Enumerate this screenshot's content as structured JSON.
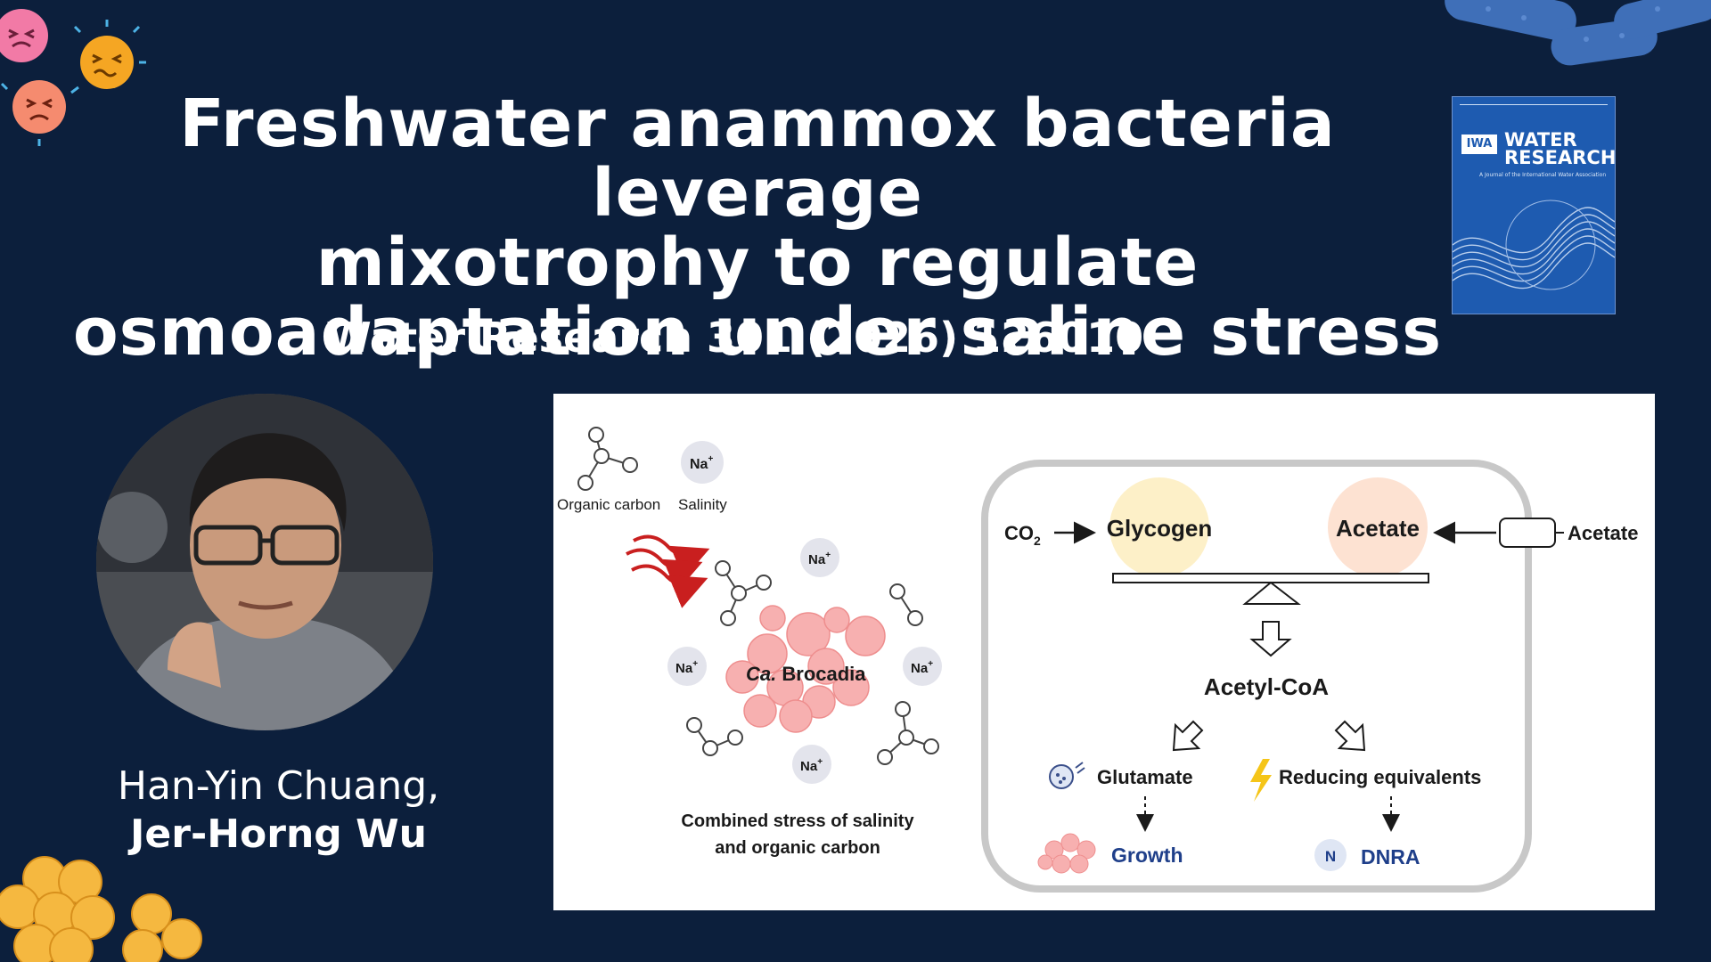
{
  "title": {
    "line1": "Freshwater anammox bacteria leverage",
    "line2": "mixotrophy to regulate",
    "line3": "osmoadaptation under saline stress"
  },
  "citation": "Water Research 301 (2026) 126010",
  "journal_cover": {
    "brand": "IWA",
    "name_line1": "WATER",
    "name_line2": "RESEARCH",
    "subtitle": "A Journal of the International Water Association"
  },
  "authors": {
    "first": "Han-Yin Chuang,",
    "second": "Jer-Horng Wu"
  },
  "figure": {
    "organic_carbon_label": "Organic carbon",
    "salinity_label": "Salinity",
    "na_ion": "Na",
    "na_charge": "+",
    "organism_genus": "Ca.",
    "organism_name": "Brocadia",
    "stress_line1": "Combined stress of salinity",
    "stress_line2": "and organic carbon",
    "co2_base": "CO",
    "co2_sub": "2",
    "glycogen": "Glycogen",
    "acetate_inside": "Acetate",
    "acetate_outside": "Acetate",
    "acetyl_coa": "Acetyl-CoA",
    "glutamate": "Glutamate",
    "reducing_equivalents": "Reducing equivalents",
    "growth": "Growth",
    "n_badge": "N",
    "dnra": "DNRA"
  },
  "colors": {
    "background": "#0c1f3c",
    "glycogen_bubble": "#fdf0c8",
    "acetate_bubble": "#fde2d2",
    "cell_pink": "#f6a9a9",
    "arrow_red": "#c91f1f",
    "label_blue": "#1f3f8a"
  }
}
